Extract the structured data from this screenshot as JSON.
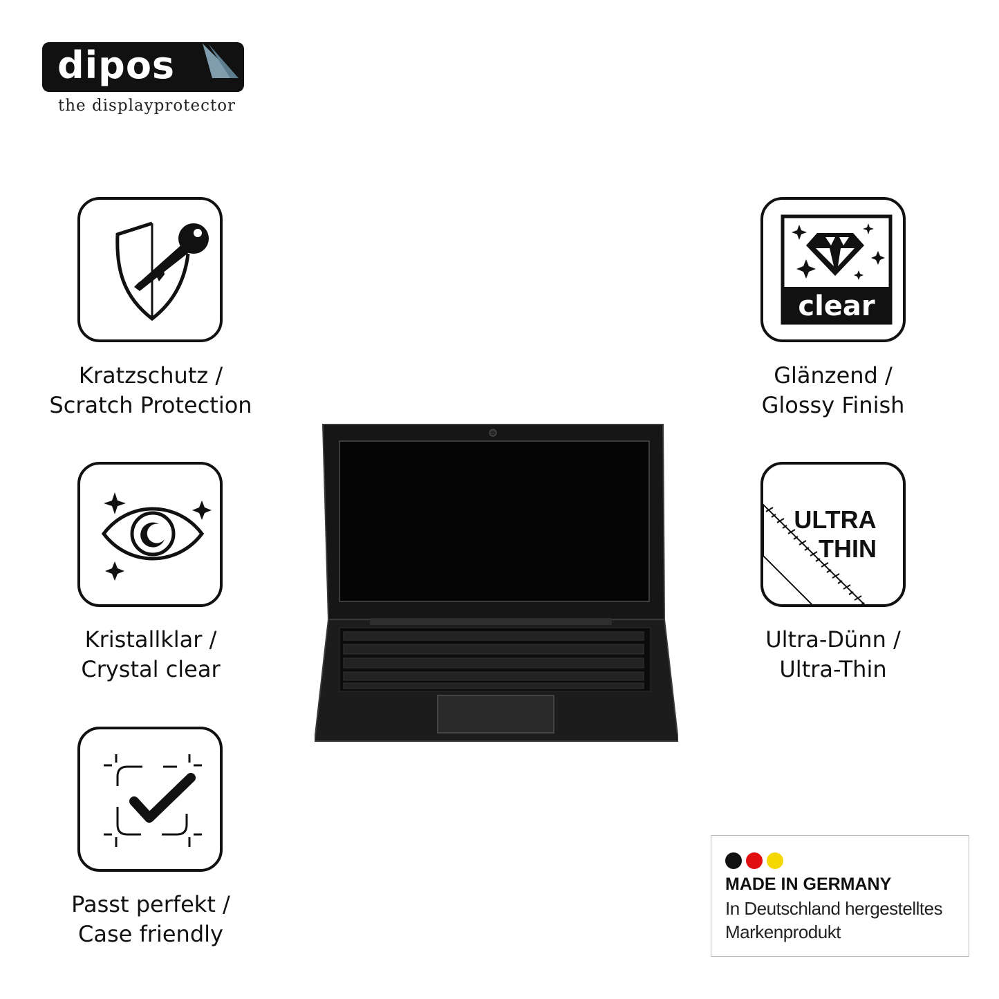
{
  "brand": {
    "name": "dipos",
    "tagline": "the displayprotector"
  },
  "features": {
    "scratch": {
      "icon": "shield-key-icon",
      "line1": "Kratzschutz /",
      "line2": "Scratch Protection"
    },
    "crystal": {
      "icon": "sparkle-eye-icon",
      "line1": "Kristallklar /",
      "line2": "Crystal clear"
    },
    "fit": {
      "icon": "check-frame-icon",
      "line1": "Passt perfekt /",
      "line2": "Case friendly"
    },
    "glossy": {
      "icon": "diamond-clear-icon",
      "icon_text": "clear",
      "line1": "Glänzend /",
      "line2": "Glossy Finish"
    },
    "thin": {
      "icon": "ultra-thin-ruler-icon",
      "icon_text1": "ULTRA",
      "icon_text2": "THIN",
      "line1": "Ultra-Dünn /",
      "line2": "Ultra-Thin"
    }
  },
  "product": {
    "image": "laptop"
  },
  "badge": {
    "title": "MADE IN GERMANY",
    "line1": "In Deutschland hergestelltes",
    "line2": "Markenprodukt",
    "colors": [
      "#111111",
      "#e10f0f",
      "#f5d800"
    ]
  }
}
